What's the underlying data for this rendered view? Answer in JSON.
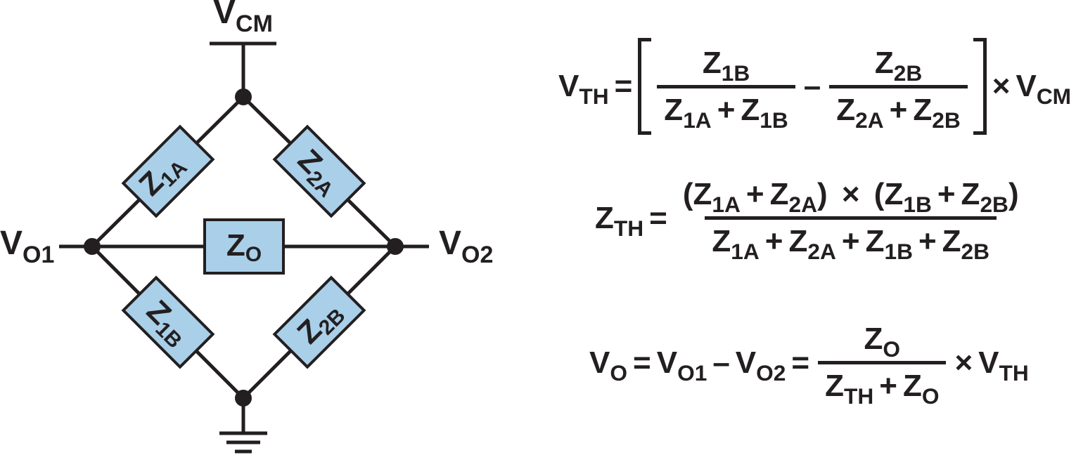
{
  "diagram": {
    "nodes": {
      "vcm": {
        "main": "V",
        "sub": "CM"
      },
      "vo1": {
        "main": "V",
        "sub": "O1"
      },
      "vo2": {
        "main": "V",
        "sub": "O2"
      }
    },
    "impedances": {
      "z1a": {
        "main": "Z",
        "sub": "1A"
      },
      "z2a": {
        "main": "Z",
        "sub": "2A"
      },
      "z1b": {
        "main": "Z",
        "sub": "1B"
      },
      "z2b": {
        "main": "Z",
        "sub": "2B"
      },
      "z0": {
        "main": "Z",
        "sub": "O"
      }
    },
    "colors": {
      "box_fill": "#a9cfe9",
      "line": "#231f20"
    }
  },
  "equations": {
    "vth": {
      "lhs_main": "V",
      "lhs_sub": "TH",
      "f1_num_main": "Z",
      "f1_num_sub": "1B",
      "f1_den_a_main": "Z",
      "f1_den_a_sub": "1A",
      "f1_den_b_main": "Z",
      "f1_den_b_sub": "1B",
      "f2_num_main": "Z",
      "f2_num_sub": "2B",
      "f2_den_a_main": "Z",
      "f2_den_a_sub": "2A",
      "f2_den_b_main": "Z",
      "f2_den_b_sub": "2B",
      "rhs_main": "V",
      "rhs_sub": "CM"
    },
    "zth": {
      "lhs_main": "Z",
      "lhs_sub": "TH",
      "n1_main": "Z",
      "n1_sub": "1A",
      "n2_main": "Z",
      "n2_sub": "2A",
      "n3_main": "Z",
      "n3_sub": "1B",
      "n4_main": "Z",
      "n4_sub": "2B",
      "d1_main": "Z",
      "d1_sub": "1A",
      "d2_main": "Z",
      "d2_sub": "2A",
      "d3_main": "Z",
      "d3_sub": "1B",
      "d4_main": "Z",
      "d4_sub": "2B"
    },
    "vo": {
      "lhs_main": "V",
      "lhs_sub": "O",
      "a_main": "V",
      "a_sub": "O1",
      "b_main": "V",
      "b_sub": "O2",
      "num_main": "Z",
      "num_sub": "O",
      "den_a_main": "Z",
      "den_a_sub": "TH",
      "den_b_main": "Z",
      "den_b_sub": "O",
      "rhs_main": "V",
      "rhs_sub": "TH"
    },
    "symbols": {
      "eq": "=",
      "minus": "–",
      "plus": "+",
      "times": "×",
      "lparen": "(",
      "rparen": ")"
    }
  }
}
